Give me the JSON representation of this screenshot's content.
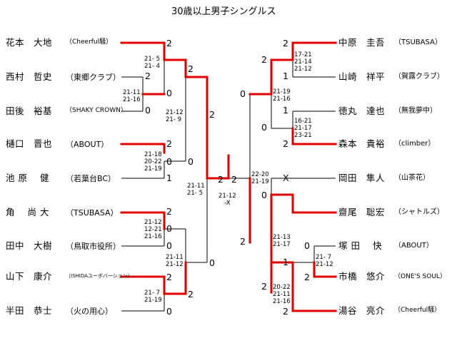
{
  "title": "30歳以上男子シングルス",
  "left_players": [
    {
      "name": "花本　大地",
      "club": "（Cheerful騒）"
    },
    {
      "name": "西村　哲史",
      "club": "（東郷クラブ）"
    },
    {
      "name": "田後　裕基",
      "club": "（SHAKY CROWN）"
    },
    {
      "name": "樋口　晋也",
      "club": "（ABOUT）"
    },
    {
      "name": "池 原　 健",
      "club": "（若葉台BC）"
    },
    {
      "name": "角　 尚 大",
      "club": "（TSUBASA）"
    },
    {
      "name": "田中　大樹",
      "club": "（鳥取市役所）"
    },
    {
      "name": "山下　康介",
      "club": "（ISHIDAユーボバーション）"
    },
    {
      "name": "半田　恭士",
      "club": "（火の用心）"
    }
  ],
  "right_players": [
    {
      "name": "中原　圭吾",
      "club": "（TSUBASA）"
    },
    {
      "name": "山崎　祥平",
      "club": "（賀露クラブ）"
    },
    {
      "name": "徳丸　達也",
      "club": "（無我夢中）"
    },
    {
      "name": "森本　貴裕",
      "club": "（climber）"
    },
    {
      "name": "岡田　隼人",
      "club": "（山茶花）"
    },
    {
      "name": "齋尾　聡宏",
      "club": "（シャトルズ）"
    },
    {
      "name": "塚 田　 快",
      "club": "（ABOUT）"
    },
    {
      "name": "市橋　悠介",
      "club": "（ONE'S SOUL）"
    },
    {
      "name": "湯谷　亮介",
      "club": "（Cheerful騒）"
    }
  ],
  "scores": {
    "l1_a": "2",
    "l1_b": "0",
    "l0_a": "2",
    "l0_b": "0",
    "l1_c": "2",
    "l1_d": "0",
    "l0_c": "2",
    "l0_d": "1",
    "l1_e": "2",
    "l1_f": "0",
    "l0_e": "2",
    "l0_f": "0",
    "l1_g": "2",
    "l1_h": "0",
    "l2_a": "2",
    "l2_b": "2",
    "l2_c": "0",
    "l3_a": "2",
    "l3_b": "0",
    "r0_a": "2",
    "r0_b": "1",
    "r0_c": "1",
    "r0_d": "2",
    "r1_a": "2",
    "r1_b": "0",
    "r0_e": "X",
    "r0_f": "0",
    "r0_g": "0",
    "r0_h": "2",
    "r1_c": "1",
    "r1_d": "2",
    "r2_a": "0",
    "r2_b": "2",
    "r1_e": "2",
    "r1_f": "2"
  },
  "details": {
    "l_m1": "21- 5\n21- 4",
    "l_m2": "21-11\n21-16",
    "l_m3": "21-12\n21- 9",
    "l_m4": "21-18\n20-22\n21-19",
    "l_m5": "21-12\n12-21\n21-16",
    "l_m6": "21-11\n21-12",
    "l_m7": "21- 7\n21-19",
    "l_m8": "21-11\n21- 5",
    "final": "21-12\n-X",
    "r_m1": "17-21\n21-14\n21-12",
    "r_m2": "21-19\n21-16",
    "r_m3": "16-21\n21-17\n23-21",
    "r_m4": "22-20\n21-19",
    "r_m5": "21-13\n21-17",
    "r_m6": "21- 7\n21-12",
    "r_m7": "20-22\n21-11\n21-16"
  }
}
